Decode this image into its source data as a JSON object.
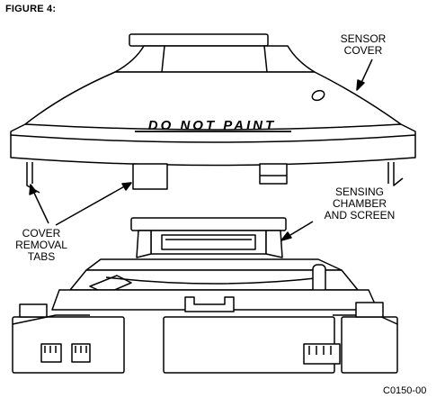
{
  "figure": {
    "title": "FIGURE 4:",
    "part_code": "C0150-00"
  },
  "labels": {
    "sensor_cover": [
      "SENSOR",
      "COVER"
    ],
    "sensing_chamber": [
      "SENSING",
      "CHAMBER",
      "AND SCREEN"
    ],
    "cover_removal_tabs": [
      "COVER",
      "REMOVAL",
      "TABS"
    ],
    "do_not_paint": "DO NOT PAINT"
  }
}
